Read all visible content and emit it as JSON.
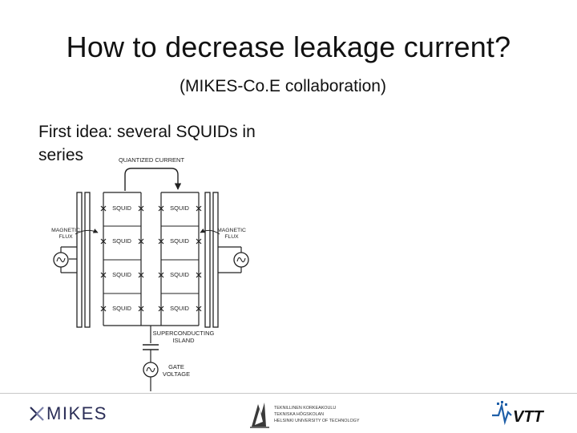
{
  "slide": {
    "title": "How to decrease leakage current?",
    "subtitle": "(MIKES-Co.E collaboration)",
    "body_line1": "First idea: several SQUIDs in",
    "body_line2": "series"
  },
  "diagram": {
    "quantized_current": "QUANTIZED CURRENT",
    "magnetic_left_1": "MAGNETIC",
    "magnetic_left_2": "FLUX",
    "magnetic_right_1": "MAGNETIC",
    "magnetic_right_2": "FLUX",
    "squid": "SQUID",
    "island_1": "SUPERCONDUCTING",
    "island_2": "ISLAND",
    "gate_1": "GATE",
    "gate_2": "VOLTAGE"
  },
  "footer": {
    "mikes": "MIKES",
    "university_lines": [
      "TEKNILLINEN KORKEAKOULU",
      "TEKNISKA HÖGSKOLAN",
      "HELSINKI UNIVERSITY OF TECHNOLOGY"
    ],
    "vtt": "VTT",
    "colors": {
      "mikes": "#2b2e57",
      "vtt_blue": "#1f5fa8",
      "line": "#c8c8c8"
    }
  }
}
